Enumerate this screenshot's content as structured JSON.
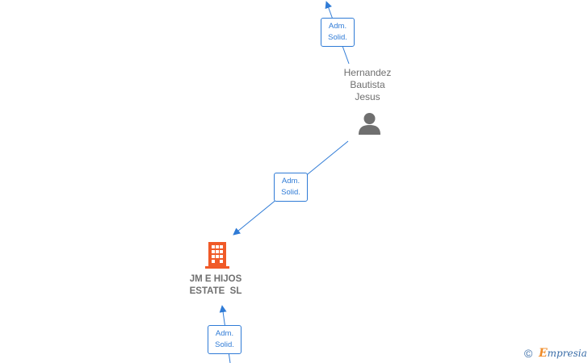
{
  "edge_labels": {
    "top": [
      "Adm.",
      "Solid."
    ],
    "middle": [
      "Adm.",
      "Solid."
    ],
    "bottom": [
      "Adm.",
      "Solid."
    ]
  },
  "person": {
    "name_lines": [
      "Hernandez",
      "Bautista",
      "Jesus"
    ],
    "icon": "person-icon",
    "color": "#6f6f6f"
  },
  "company": {
    "name_lines": [
      "JM E HIJOS",
      "ESTATE  SL"
    ],
    "icon": "building-icon",
    "color": "#f05a28"
  },
  "edge_color": "#2f7bd6",
  "footer": {
    "copyright_symbol": "©",
    "brand_initial": "E",
    "brand_rest": "mpresia"
  }
}
